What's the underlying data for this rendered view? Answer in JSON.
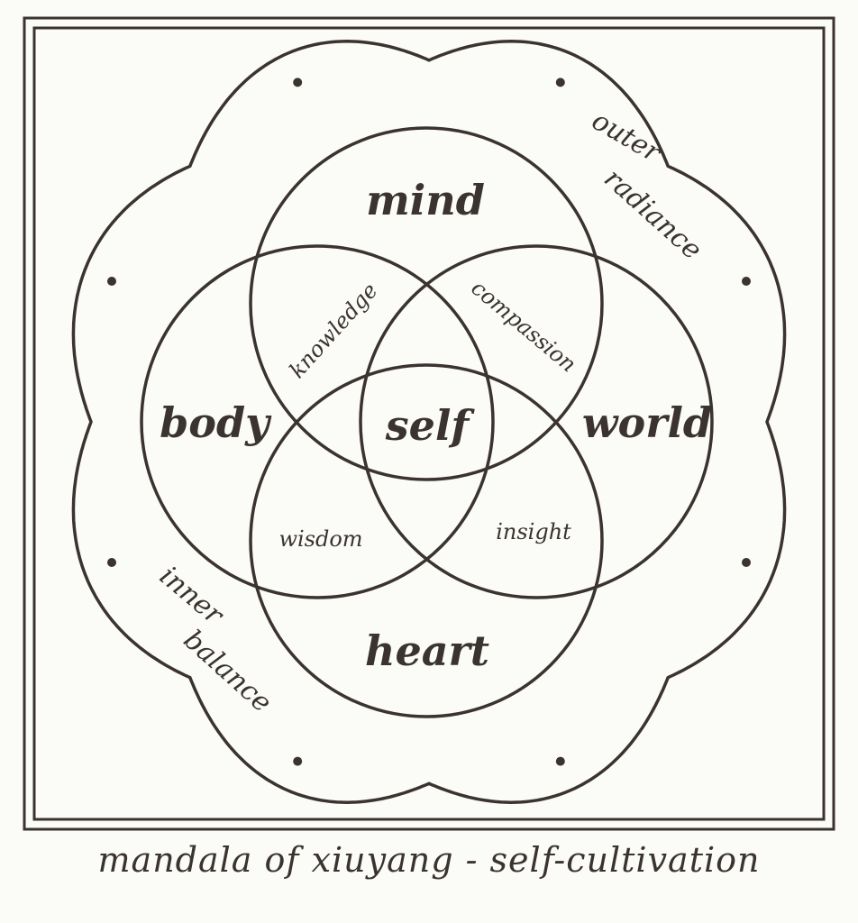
{
  "diagram": {
    "regions": {
      "mind": "mind",
      "body": "body",
      "world": "world",
      "heart": "heart",
      "self": "self"
    },
    "intersections": {
      "knowledge": "knowledge",
      "compassion": "compassion",
      "wisdom": "wisdom",
      "insight": "insight"
    },
    "outer": {
      "outer_line1": "outer",
      "outer_line2": "radiance",
      "inner_line1": "inner",
      "inner_line2": "balance"
    }
  },
  "caption": "mandala of xiuyang - self-cultivation",
  "colors": {
    "ink": "#3a332f",
    "paper": "#fbfbf8"
  }
}
